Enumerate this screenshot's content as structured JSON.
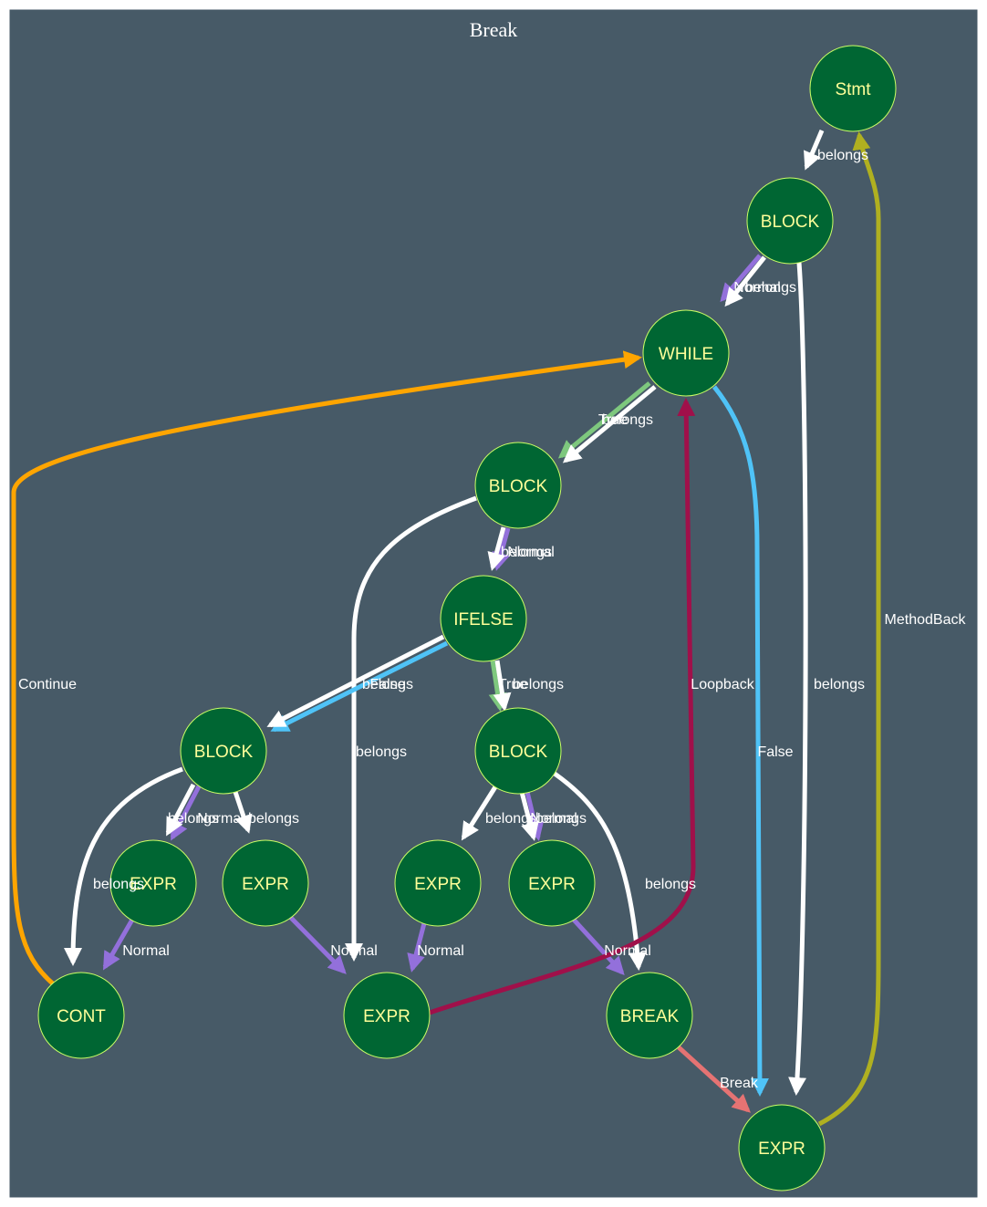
{
  "title": "Break",
  "colors": {
    "background": "#475a67",
    "frame": "#ffffff",
    "node_fill": "#006633",
    "node_stroke": "#ccff66",
    "node_text": "#ffff99",
    "edge_label": "#ffffff",
    "belongs": "#ffffff",
    "normal": "#9370db",
    "true": "#7ec87e",
    "false": "#4fc3f7",
    "continue": "#ffa500",
    "loopback": "#a0104a",
    "break": "#e57373",
    "methodback": "#b0b020"
  },
  "nodes": [
    {
      "id": "stmt",
      "label": "Stmt"
    },
    {
      "id": "block1",
      "label": "BLOCK"
    },
    {
      "id": "while",
      "label": "WHILE"
    },
    {
      "id": "block2",
      "label": "BLOCK"
    },
    {
      "id": "ifelse",
      "label": "IFELSE"
    },
    {
      "id": "block3",
      "label": "BLOCK"
    },
    {
      "id": "block4",
      "label": "BLOCK"
    },
    {
      "id": "expr1",
      "label": "EXPR"
    },
    {
      "id": "expr2",
      "label": "EXPR"
    },
    {
      "id": "expr3",
      "label": "EXPR"
    },
    {
      "id": "expr4",
      "label": "EXPR"
    },
    {
      "id": "cont",
      "label": "CONT"
    },
    {
      "id": "expr5",
      "label": "EXPR"
    },
    {
      "id": "break",
      "label": "BREAK"
    },
    {
      "id": "expr6",
      "label": "EXPR"
    }
  ],
  "edges": [
    {
      "id": "e1",
      "from": "stmt",
      "to": "block1",
      "kind": "belongs",
      "label": "belongs"
    },
    {
      "id": "e2",
      "from": "block1",
      "to": "while",
      "kind": "normal",
      "label": "Normal"
    },
    {
      "id": "e3",
      "from": "block1",
      "to": "while",
      "kind": "belongs",
      "label": "belongs"
    },
    {
      "id": "e4",
      "from": "block1",
      "to": "expr6",
      "kind": "belongs",
      "label": "belongs"
    },
    {
      "id": "e5",
      "from": "while",
      "to": "block2",
      "kind": "true",
      "label": "True"
    },
    {
      "id": "e6",
      "from": "while",
      "to": "block2",
      "kind": "belongs",
      "label": "belongs"
    },
    {
      "id": "e7",
      "from": "while",
      "to": "expr6",
      "kind": "false",
      "label": "False"
    },
    {
      "id": "e8",
      "from": "block2",
      "to": "ifelse",
      "kind": "normal",
      "label": "Normal"
    },
    {
      "id": "e9",
      "from": "block2",
      "to": "ifelse",
      "kind": "belongs",
      "label": "belongs"
    },
    {
      "id": "e10",
      "from": "block2",
      "to": "expr5",
      "kind": "belongs",
      "label": "belongs"
    },
    {
      "id": "e11",
      "from": "ifelse",
      "to": "block3",
      "kind": "false",
      "label": "False"
    },
    {
      "id": "e12",
      "from": "ifelse",
      "to": "block3",
      "kind": "belongs",
      "label": "belongs"
    },
    {
      "id": "e13",
      "from": "ifelse",
      "to": "block4",
      "kind": "true",
      "label": "True"
    },
    {
      "id": "e14",
      "from": "ifelse",
      "to": "block4",
      "kind": "belongs",
      "label": "belongs"
    },
    {
      "id": "e15",
      "from": "block3",
      "to": "cont",
      "kind": "belongs",
      "label": "belongs"
    },
    {
      "id": "e16",
      "from": "block3",
      "to": "expr1",
      "kind": "normal",
      "label": "Normal"
    },
    {
      "id": "e17",
      "from": "block3",
      "to": "expr1",
      "kind": "belongs",
      "label": "belongs"
    },
    {
      "id": "e18",
      "from": "block3",
      "to": "expr2",
      "kind": "belongs",
      "label": "belongs"
    },
    {
      "id": "e19",
      "from": "block4",
      "to": "expr3",
      "kind": "belongs",
      "label": "belongs"
    },
    {
      "id": "e20",
      "from": "block4",
      "to": "expr4",
      "kind": "normal",
      "label": "Normal"
    },
    {
      "id": "e21",
      "from": "block4",
      "to": "expr4",
      "kind": "belongs",
      "label": "belongs"
    },
    {
      "id": "e22",
      "from": "block4",
      "to": "break",
      "kind": "belongs",
      "label": "belongs"
    },
    {
      "id": "e23",
      "from": "expr1",
      "to": "cont",
      "kind": "normal",
      "label": "Normal"
    },
    {
      "id": "e24",
      "from": "expr2",
      "to": "expr5",
      "kind": "normal",
      "label": "Normal"
    },
    {
      "id": "e25",
      "from": "expr3",
      "to": "expr5",
      "kind": "normal",
      "label": "Normal"
    },
    {
      "id": "e26",
      "from": "expr4",
      "to": "break",
      "kind": "normal",
      "label": "Normal"
    },
    {
      "id": "e27",
      "from": "cont",
      "to": "while",
      "kind": "continue",
      "label": "Continue"
    },
    {
      "id": "e28",
      "from": "expr5",
      "to": "while",
      "kind": "loopback",
      "label": "Loopback"
    },
    {
      "id": "e29",
      "from": "break",
      "to": "expr6",
      "kind": "break",
      "label": "Break"
    },
    {
      "id": "e30",
      "from": "expr6",
      "to": "stmt",
      "kind": "methodback",
      "label": "MethodBack"
    }
  ]
}
